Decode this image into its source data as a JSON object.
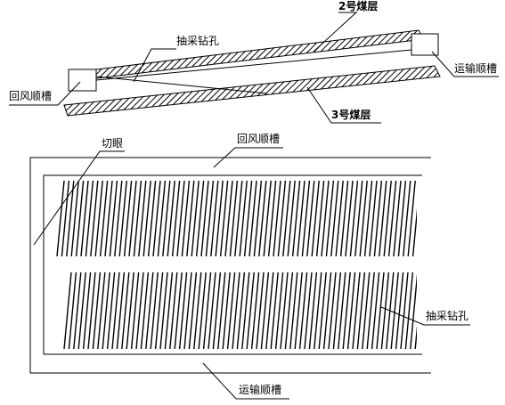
{
  "labels": {
    "seam2": "2号煤层",
    "seam3": "3号煤层",
    "borehole_top": "抽采钻孔",
    "return_top": "回风顺槽",
    "transport_top": "运输顺槽",
    "cut_eye": "切眼",
    "return_bottom": "回风顺槽",
    "borehole_bottom": "抽采钻孔",
    "transport_bottom": "运输顺槽"
  },
  "colors": {
    "line": "#000000",
    "background": "#ffffff"
  }
}
